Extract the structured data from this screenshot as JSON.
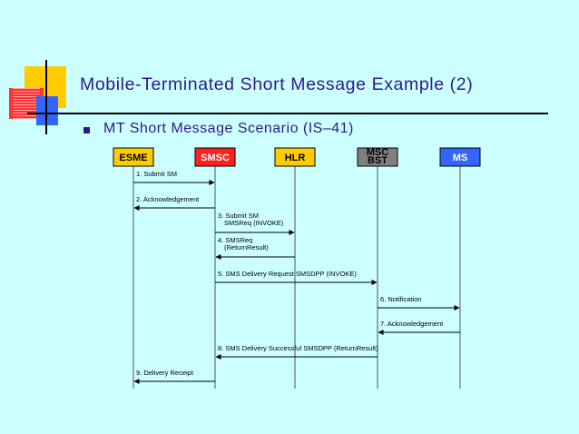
{
  "slide": {
    "title": "Mobile-Terminated Short Message Example (2)",
    "bullet": "MT Short Message Scenario (IS–41)"
  },
  "colors": {
    "background": "#ccffff",
    "title_text": "#2e1a8e",
    "esme": "#ffcc00",
    "smsc": "#ff2020",
    "hlr": "#ffcc00",
    "msc": "#808080",
    "ms": "#3366ff"
  },
  "diagram": {
    "entities": [
      {
        "id": "esme",
        "lines": [
          "ESME"
        ],
        "color": "#ffcc00",
        "text_color": "#000000"
      },
      {
        "id": "smsc",
        "lines": [
          "SMSC"
        ],
        "color": "#ff2020",
        "text_color": "#ffffff"
      },
      {
        "id": "hlr",
        "lines": [
          "HLR"
        ],
        "color": "#ffcc00",
        "text_color": "#000000"
      },
      {
        "id": "msc",
        "lines": [
          "MSC",
          "BST"
        ],
        "color": "#808080",
        "text_color": "#000000"
      },
      {
        "id": "ms",
        "lines": [
          "MS"
        ],
        "color": "#3366ff",
        "text_color": "#ffffff"
      }
    ],
    "messages": [
      {
        "from": "esme",
        "to": "smsc",
        "lines": [
          "1. Submit SM"
        ]
      },
      {
        "from": "smsc",
        "to": "esme",
        "lines": [
          "2. Acknowledgement"
        ]
      },
      {
        "from": "smsc",
        "to": "hlr",
        "lines": [
          "3. Submit SM",
          "SMSReq (INVOKE)"
        ]
      },
      {
        "from": "hlr",
        "to": "smsc",
        "lines": [
          "4. SMSReq",
          "(ReturnResult)"
        ]
      },
      {
        "from": "smsc",
        "to": "msc",
        "lines": [
          "5. SMS Delivery Request  SMSDPP (INVOKE)"
        ]
      },
      {
        "from": "msc",
        "to": "ms",
        "lines": [
          "6. Notification"
        ]
      },
      {
        "from": "ms",
        "to": "msc",
        "lines": [
          "7. Acknowledgement"
        ]
      },
      {
        "from": "msc",
        "to": "smsc",
        "lines": [
          "8. SMS Delivery Successful SMSDPP (ReturnResult)"
        ]
      },
      {
        "from": "smsc",
        "to": "esme",
        "lines": [
          "9. Delivery Receipt"
        ]
      }
    ]
  }
}
